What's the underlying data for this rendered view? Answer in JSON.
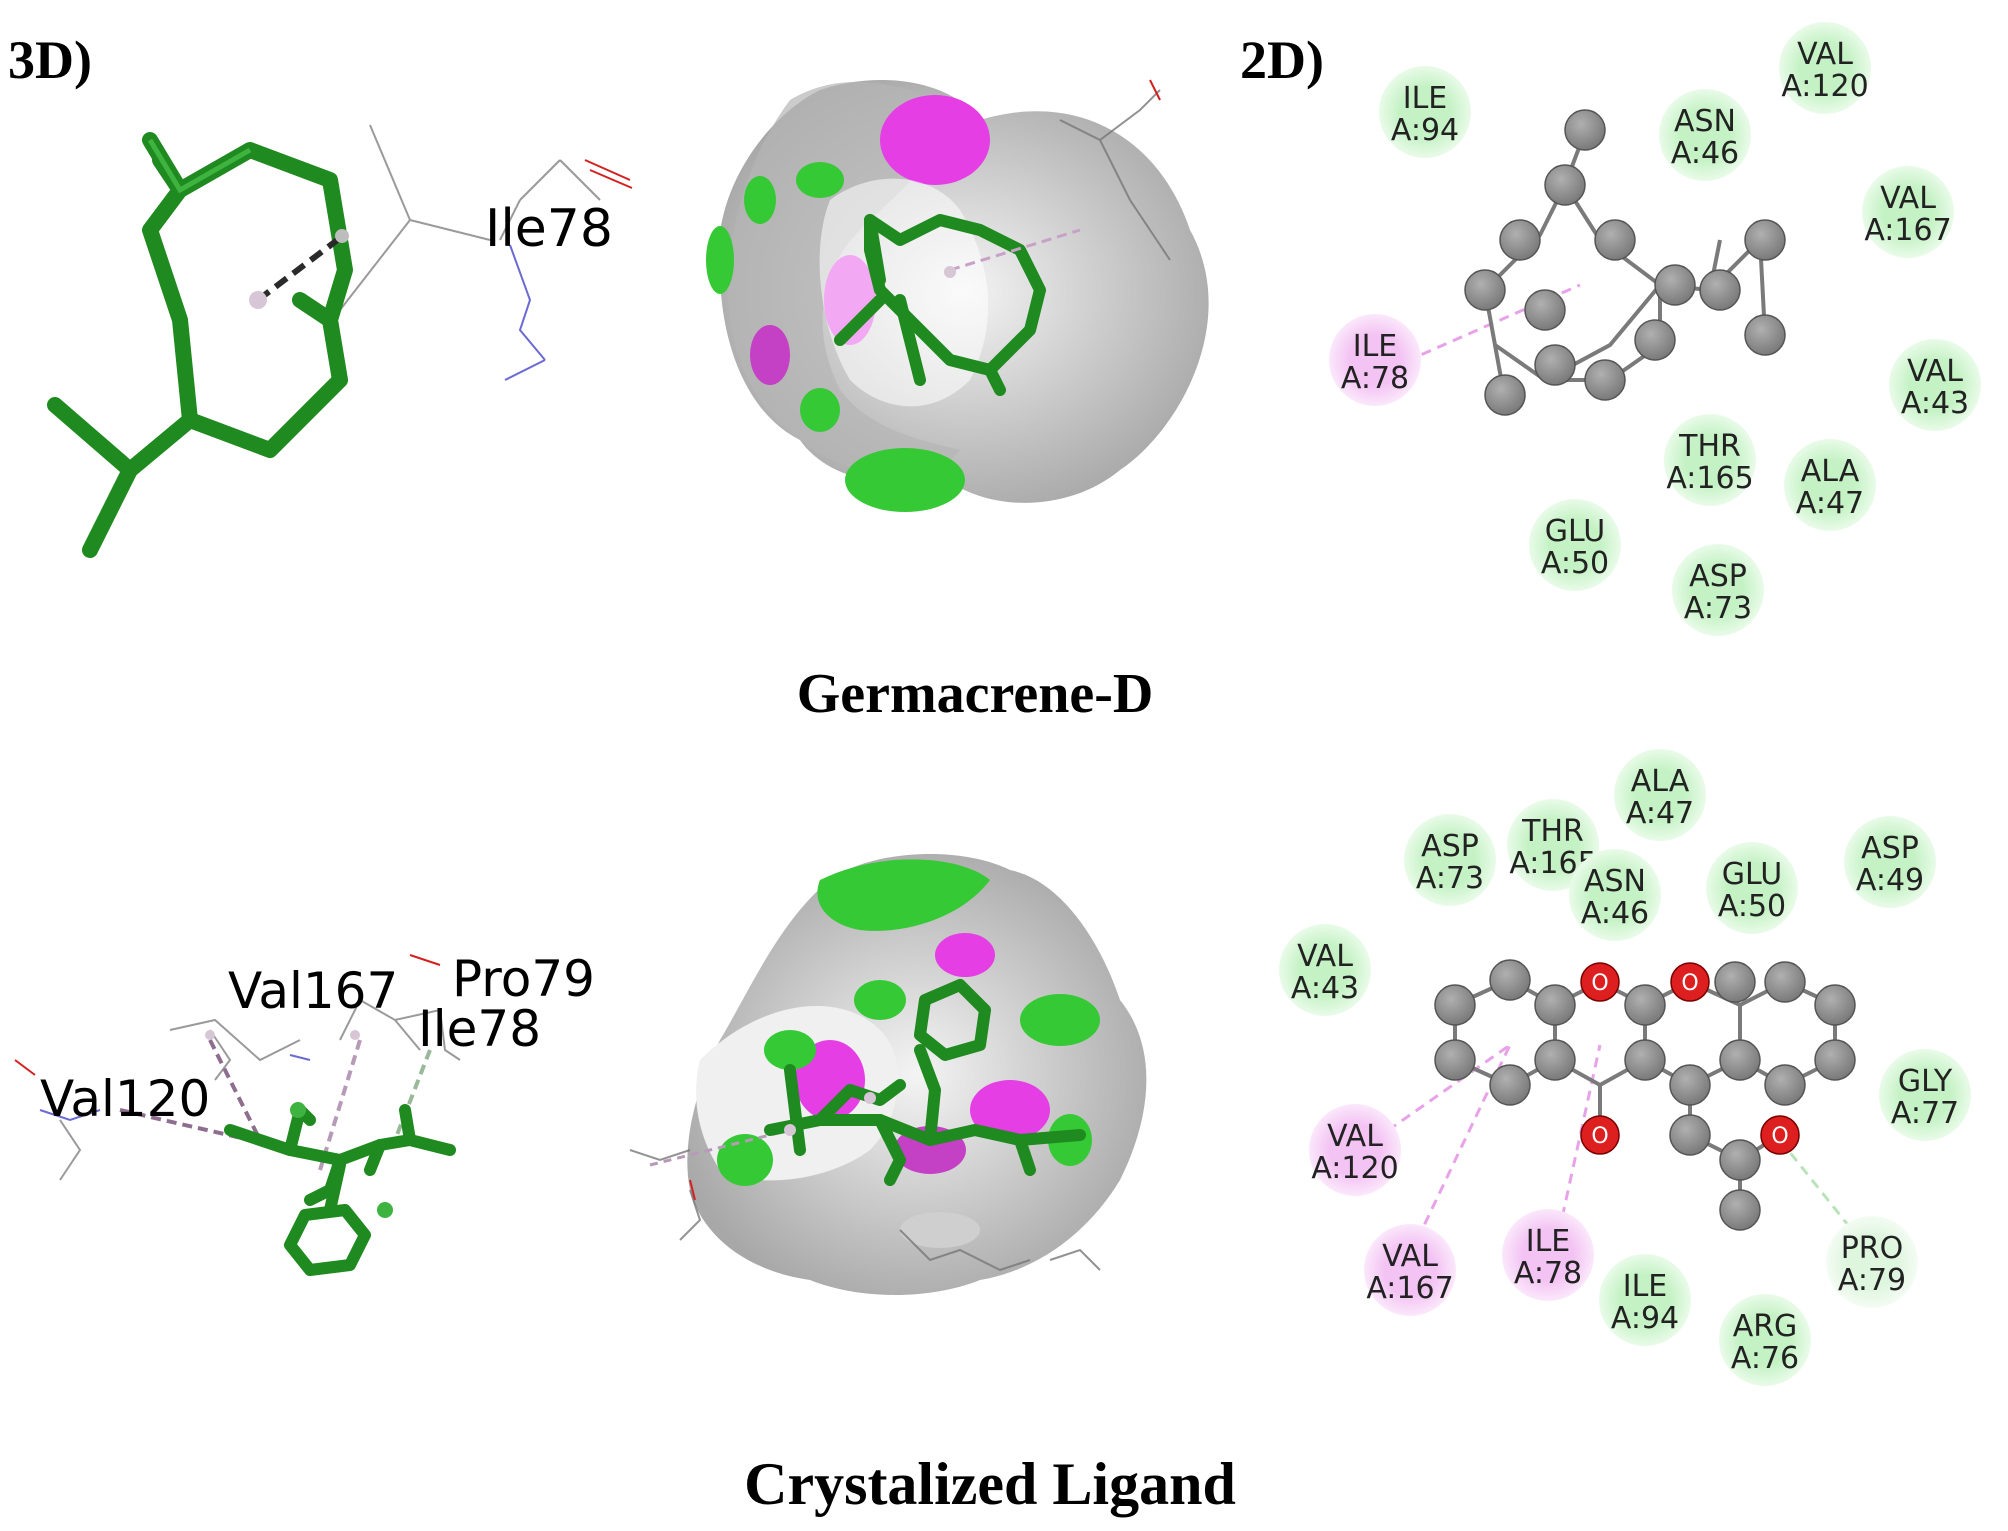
{
  "labels": {
    "panel_3d": "3D)",
    "panel_2d": "2D)",
    "title_top": "Germacrene-D",
    "title_bottom": "Crystalized Ligand"
  },
  "top_3d": {
    "residues": [
      "Ile78"
    ]
  },
  "bottom_3d": {
    "residues": [
      "Val167",
      "Pro79",
      "Ile78",
      "Val120"
    ]
  },
  "atom_label": "O",
  "top_2d": {
    "residues": [
      {
        "name": "ILE",
        "num": "A:94",
        "type": "vdw"
      },
      {
        "name": "VAL",
        "num": "A:120",
        "type": "vdw"
      },
      {
        "name": "ASN",
        "num": "A:46",
        "type": "vdw"
      },
      {
        "name": "VAL",
        "num": "A:167",
        "type": "vdw"
      },
      {
        "name": "ILE",
        "num": "A:78",
        "type": "alkyl"
      },
      {
        "name": "VAL",
        "num": "A:43",
        "type": "vdw"
      },
      {
        "name": "THR",
        "num": "A:165",
        "type": "vdw"
      },
      {
        "name": "ALA",
        "num": "A:47",
        "type": "vdw"
      },
      {
        "name": "GLU",
        "num": "A:50",
        "type": "vdw"
      },
      {
        "name": "ASP",
        "num": "A:73",
        "type": "vdw"
      }
    ]
  },
  "bottom_2d": {
    "residues": [
      {
        "name": "ALA",
        "num": "A:47",
        "type": "vdw"
      },
      {
        "name": "ASP",
        "num": "A:73",
        "type": "vdw"
      },
      {
        "name": "THR",
        "num": "A:165",
        "type": "vdw"
      },
      {
        "name": "ASN",
        "num": "A:46",
        "type": "vdw"
      },
      {
        "name": "GLU",
        "num": "A:50",
        "type": "vdw"
      },
      {
        "name": "ASP",
        "num": "A:49",
        "type": "vdw"
      },
      {
        "name": "VAL",
        "num": "A:43",
        "type": "vdw"
      },
      {
        "name": "GLY",
        "num": "A:77",
        "type": "vdw"
      },
      {
        "name": "VAL",
        "num": "A:120",
        "type": "alkyl"
      },
      {
        "name": "VAL",
        "num": "A:167",
        "type": "alkyl"
      },
      {
        "name": "ILE",
        "num": "A:78",
        "type": "alkyl"
      },
      {
        "name": "ILE",
        "num": "A:94",
        "type": "vdw"
      },
      {
        "name": "PRO",
        "num": "A:79",
        "type": "hbond"
      },
      {
        "name": "ARG",
        "num": "A:76",
        "type": "vdw"
      }
    ]
  },
  "colors": {
    "stick": "#1f8a1f",
    "vdw": "#c9f5c9",
    "alkyl": "#f5c8f5",
    "hbond": "#e3f7e3",
    "atom_c": "#8c8c8c",
    "atom_o": "#dd1f1f",
    "surface_grey": "#d0d0d0",
    "surface_magenta": "#e43ee4",
    "surface_green": "#36c936"
  }
}
